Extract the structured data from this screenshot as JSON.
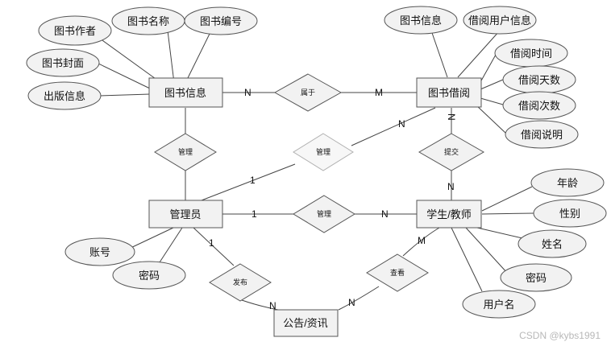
{
  "entities": {
    "book_info": "图书信息",
    "borrow": "图书借阅",
    "admin": "管理员",
    "user": "学生/教师",
    "notice": "公告/资讯"
  },
  "attributes": {
    "book_author": "图书作者",
    "book_name": "图书名称",
    "book_no": "图书编号",
    "book_cover": "图书封面",
    "publish_info": "出版信息",
    "borrow_book_info": "图书信息",
    "borrow_user_info": "借阅用户信息",
    "borrow_time": "借阅时间",
    "borrow_days": "借阅天数",
    "borrow_count": "借阅次数",
    "borrow_desc": "借阅说明",
    "age": "年龄",
    "gender": "性别",
    "name": "姓名",
    "user_password": "密码",
    "username": "用户名",
    "account": "账号",
    "admin_password": "密码"
  },
  "relationships": {
    "belongs": "属于",
    "manage_book": "管理",
    "manage_borrow": "管理",
    "submit": "提交",
    "manage_user": "管理",
    "publish": "发布",
    "view": "查看"
  },
  "cardinalities": {
    "belongs_book": "N",
    "belongs_borrow": "M",
    "manage_borrow_borrow": "N",
    "manage_borrow_admin": "1",
    "submit_borrow": "N",
    "submit_user": "N",
    "manage_user_admin": "1",
    "manage_user_user": "N",
    "publish_admin": "1",
    "publish_notice": "N",
    "view_user": "M",
    "view_notice": "N"
  },
  "watermark": "CSDN @kybs1991"
}
